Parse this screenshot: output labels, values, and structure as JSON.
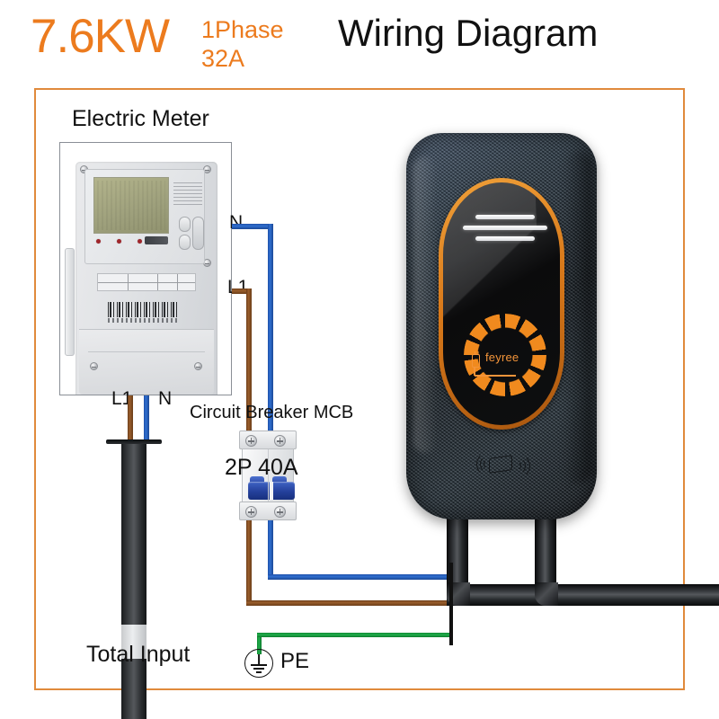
{
  "header": {
    "power": "7.6KW",
    "phase": "1Phase",
    "current": "32A",
    "title": "Wiring Diagram",
    "accent_color": "#ec7b1e",
    "title_color": "#111111"
  },
  "frame": {
    "border_color": "#e08a3c"
  },
  "meter": {
    "label": "Electric Meter",
    "outlet_labels": {
      "line": "L1",
      "neutral": "N"
    }
  },
  "wires": {
    "neutral_label": "N",
    "line_label": "L1",
    "neutral_color": "#2f6fd0",
    "line_color": "#9a5e2c",
    "earth_color": "#21ad4c"
  },
  "breaker": {
    "label": "Circuit Breaker MCB",
    "rating": "2P 40A",
    "lever_color": "#24409b"
  },
  "input": {
    "label": "Total Input"
  },
  "charger": {
    "brand": "feyree",
    "bezel_color": "#d8791a",
    "shell_color": "#20282f",
    "screen_color": "#0b0b0c",
    "rfid_icon": "rfid-card-icon",
    "display_icon": "display-bars-icon",
    "logo_icon": "charging-ring-icon"
  },
  "ground": {
    "label": "PE",
    "symbol": "earth-ground-icon"
  }
}
